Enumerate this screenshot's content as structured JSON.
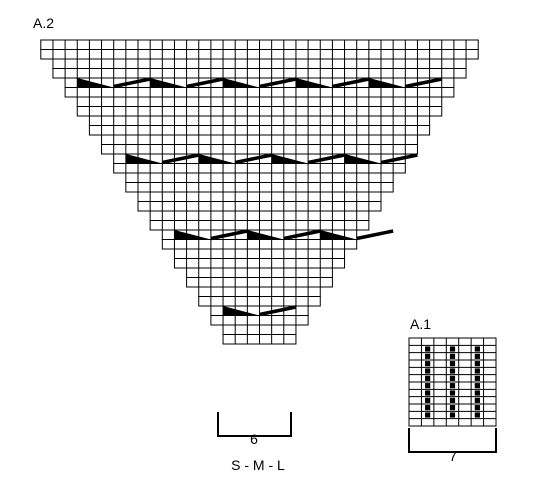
{
  "charts": {
    "a2": {
      "label": "A.2",
      "repeat_label": "6",
      "size_label": "S - M - L",
      "row_widths": [
        36,
        34,
        32,
        30,
        28,
        26,
        24,
        22,
        20,
        18,
        16,
        14,
        12,
        10,
        8,
        6
      ],
      "rows_per_band": 2,
      "decrease_rows": [
        2,
        6,
        10,
        14
      ],
      "decrease_symbol": "decrease-triangle-with-bar"
    },
    "a1": {
      "label": "A.1",
      "repeat_label": "7",
      "columns": 7,
      "rows": 12,
      "filled_columns": [
        1,
        3,
        5
      ],
      "filled_rows": [
        1,
        2,
        3,
        4,
        5,
        6,
        7,
        8,
        9,
        10
      ]
    }
  },
  "colors": {
    "line": "#000000",
    "fill": "#000000",
    "background": "#ffffff"
  }
}
